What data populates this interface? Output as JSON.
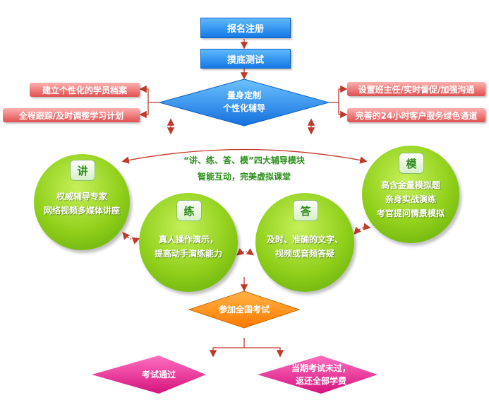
{
  "top": {
    "register": "报名注册",
    "test": "摸底测试"
  },
  "custom": {
    "line1": "量身定制",
    "line2": "个性化辅导"
  },
  "left_pills": [
    "建立个性化的学员档案",
    "全程跟踪/及时调整学习计划"
  ],
  "right_pills": [
    "设置班主任/实时督促/加强沟通",
    "完善的24小时客户服务绿色通道"
  ],
  "center_caption": {
    "line1": "“讲、练、答、模”四大辅导模块",
    "line2": "智能互动，完美虚拟课堂"
  },
  "modules": [
    {
      "badge": "讲",
      "lines": [
        "权威辅导专家",
        "网络视频多媒体讲座"
      ]
    },
    {
      "badge": "练",
      "lines": [
        "真人操作演示，",
        "提高动手演练能力"
      ]
    },
    {
      "badge": "答",
      "lines": [
        "及时、准确的文字、",
        "视频或音频答疑"
      ]
    },
    {
      "badge": "模",
      "lines": [
        "高含金量模拟题",
        "亲身实战演练",
        "考官提问情景模拟"
      ]
    }
  ],
  "exam": "参加全国考试",
  "outcomes": {
    "pass": "考试通过",
    "fail_line1": "当期考试未过，",
    "fail_line2": "返还全部学费"
  },
  "colors": {
    "blue": "#1479e6",
    "pink": "#e05050",
    "green": "#8fcf1a",
    "orange": "#ff8a1a",
    "magenta": "#e0208a",
    "arrow": "#c0392b"
  }
}
